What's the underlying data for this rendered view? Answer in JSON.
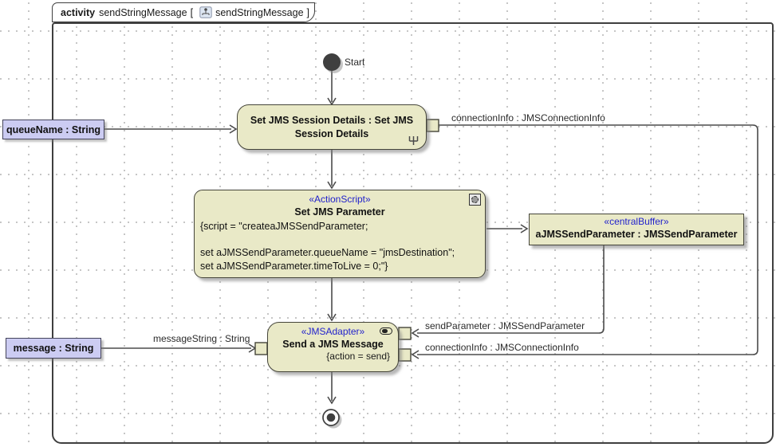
{
  "frame": {
    "keyword": "activity",
    "name": "sendStringMessage",
    "ref_open": "[",
    "ref_name": "sendStringMessage",
    "ref_close": "]"
  },
  "nodes": {
    "start": {
      "label": "Start"
    },
    "set_session": {
      "name": "Set JMS Session Details : Set JMS Session Details"
    },
    "set_parameter": {
      "stereotype": "«ActionScript»",
      "name": "Set JMS Parameter",
      "script_lines": [
        "{script = \"createaJMSSendParameter;",
        "",
        "set aJMSSendParameter.queueName = \"jmsDestination\";",
        "set aJMSSendParameter.timeToLive = 0;\"}"
      ]
    },
    "buffer": {
      "stereotype": "«centralBuffer»",
      "name": "aJMSSendParameter : JMSSendParameter"
    },
    "send": {
      "stereotype": "«JMSAdapter»",
      "name": "Send a JMS Message",
      "constraint": "{action = send}"
    },
    "param_queue": {
      "label": "queueName : String"
    },
    "param_message": {
      "label": "message : String"
    }
  },
  "edge_labels": {
    "connection_info_top": "connectionInfo : JMSConnectionInfo",
    "send_parameter": "sendParameter : JMSSendParameter",
    "connection_info_bottom": "connectionInfo : JMSConnectionInfo",
    "message_string": "messageString : String"
  },
  "icons": {
    "call_behavior": "rake-icon",
    "action_script": "gear-icon",
    "jms_adapter": "adapter-icon"
  },
  "colors": {
    "node_fill": "#E9E9C7",
    "node_border": "#45453a",
    "param_fill": "#CCCCF2",
    "stereotype_text": "#2222CC",
    "edge": "#4b4b4b",
    "grid_dot": "#bdbdbd"
  }
}
